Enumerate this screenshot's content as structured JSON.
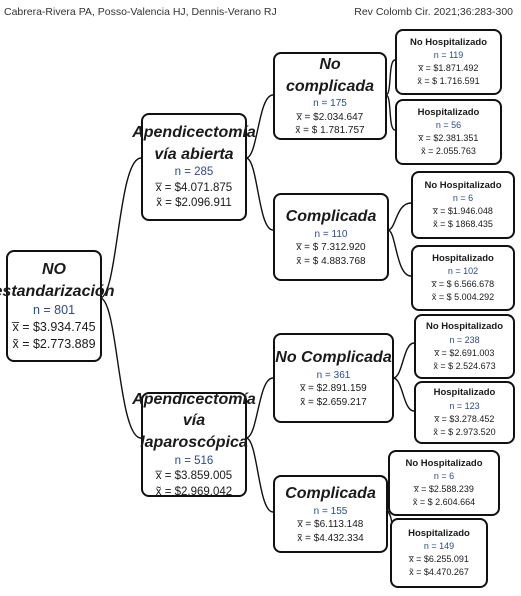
{
  "header": {
    "authors": "Cabrera-Rivera PA, Posso-Valencia HJ, Dennis-Verano RJ",
    "citation": "Rev Colomb Cir. 2021;36:283-300"
  },
  "root": {
    "title_line1": "NO",
    "title_line2": "estandarización",
    "n": "n = 801",
    "mean": "x̅ = $3.934.745",
    "median": "x̃ = $2.773.889"
  },
  "abierta": {
    "title_line1": "Apendicectomía",
    "title_line2": "vía abierta",
    "n": "n = 285",
    "mean": "x̅ = $4.071.875",
    "median": "x̃ = $2.096.911"
  },
  "laparoscopica": {
    "title_line1": "Apendicectomía",
    "title_line2": "vía laparoscópica",
    "n": "n = 516",
    "mean": "x̅ = $3.859.005",
    "median": "x̃ = $2.969.042"
  },
  "ab_no_complicada": {
    "title": "No complicada",
    "n": "n = 175",
    "mean": "x̅ = $2.034.647",
    "median": "x̃ = $ 1.781.757"
  },
  "ab_complicada": {
    "title": "Complicada",
    "n": "n = 110",
    "mean": "x̅ = $ 7.312.920",
    "median": "x̃ = $ 4.883.768"
  },
  "lap_no_complicada": {
    "title": "No Complicada",
    "n": "n = 361",
    "mean": "x̅ = $2.891.159",
    "median": "x̃ = $2.659.217"
  },
  "lap_complicada": {
    "title": "Complicada",
    "n": "n = 155",
    "mean": "x̅ = $6.113.148",
    "median": "x̃ = $4.432.334"
  },
  "leaves": {
    "ab_nc_no_hosp": {
      "title": "No Hospitalizado",
      "n": "n = 119",
      "mean": "x̅ = $1.871.492",
      "median": "x̃ = $ 1.716.591"
    },
    "ab_nc_hosp": {
      "title": "Hospitalizado",
      "n": "n = 56",
      "mean": "x̅ = $2.381.351",
      "median": "x̃ = 2.055.763"
    },
    "ab_c_no_hosp": {
      "title": "No Hospitalizado",
      "n": "n = 6",
      "mean": "x̅ = $1.946.048",
      "median": "x̃ = $ 1868.435"
    },
    "ab_c_hosp": {
      "title": "Hospitalizado",
      "n": "n = 102",
      "mean": "x̅ = $ 6.566.678",
      "median": "x̃ = $ 5.004.292"
    },
    "lap_nc_no_hosp": {
      "title": "No Hospitalizado",
      "n": "n = 238",
      "mean": "x̅ = $2.691.003",
      "median": "x̃ = $ 2.524.673"
    },
    "lap_nc_hosp": {
      "title": "Hospitalizado",
      "n": "n = 123",
      "mean": "x̅ = $3.278.452",
      "median": "x̃ = $ 2.973.520"
    },
    "lap_c_no_hosp": {
      "title": "No Hospitalizado",
      "n": "n = 6",
      "mean": "x̅ = $2.588.239",
      "median": "x̃ = $ 2.604.664"
    },
    "lap_c_hosp": {
      "title": "Hospitalizado",
      "n": "n = 149",
      "mean": "x̅ = $6.255.091",
      "median": "x̃ = $4.470.267"
    }
  }
}
